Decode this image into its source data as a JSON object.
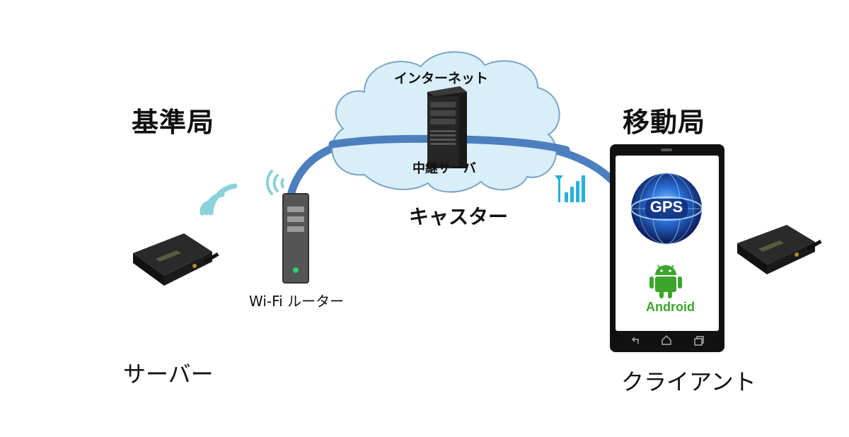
{
  "base_station": {
    "title": "基準局",
    "role_label": "サーバー"
  },
  "router": {
    "label": "Wi-Fi ルーター"
  },
  "internet": {
    "cloud_label": "インターネット",
    "relay_label": "中継サーバ"
  },
  "caster": {
    "label": "キャスター"
  },
  "rover": {
    "title": "移動局",
    "role_label": "クライアント",
    "gps_badge": "GPS",
    "android_label": "Android"
  },
  "colors": {
    "link": "#4d7fbe",
    "cloud_fill": "#d8eef8",
    "cloud_stroke": "#7aa3c8",
    "wifi": "#8bd1d9",
    "signal": "#2ab0d8",
    "android_green": "#3aa52a",
    "device_body": "#1c1c1c",
    "phone_body": "#111111"
  },
  "icons": [
    "wifi-icon",
    "signal-bars-icon",
    "server-tower-icon",
    "router-icon",
    "gps-globe-icon",
    "android-robot-icon",
    "gnss-receiver-icon",
    "back-icon",
    "home-icon",
    "recent-apps-icon"
  ]
}
